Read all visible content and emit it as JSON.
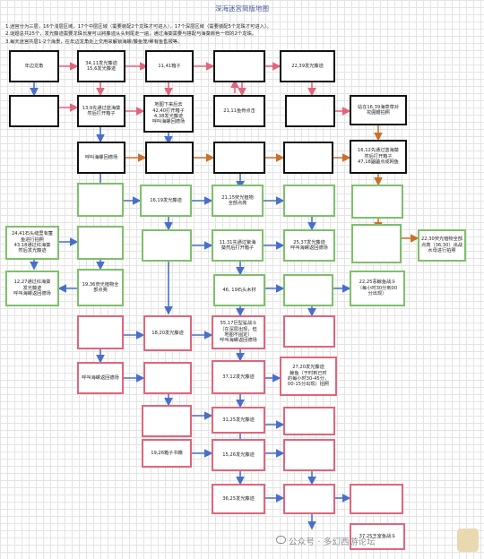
{
  "title": "深海迷宫简版地图",
  "rules": [
    "1.迷宫分为三层，16个浅层区域，17个中层区域（需要装配2个龙珠才可进入），17个深层区域（需要装配5个龙珠才可进入）。",
    "2.谜题总共25个，发光藤迹需要龙珠长度可以將藤迹从头到尾走一遍，通过海葵需要与搭配与海葵颜色一样的2个龙珠。",
    "3.每天迷宫共层1-2个海景，在年边龙角处上交用来解锁海螺/藤鱼笼/稀有鱼售报等。"
  ],
  "nodes": {
    "n1": "年边龙角",
    "n2": "34,11发光藤迹\n15,6发光藤迹",
    "n3": "11,41箱子",
    "n4": "",
    "n5": "22,39发光藤迹",
    "n6": "",
    "n7": "13,9先通过蓝海葵\n然后打开箱子",
    "n8": "地图下来后去\n42,40打开箱子\n4,38发光藤迹\n呼叫海螺回德场",
    "n9": "21,11鱼骨点击",
    "n10": "站在16,39海草草对\n花圃鳢拍照",
    "n11": "呼叫海螺回德场",
    "n12": "",
    "n13": "16,12先通过蓝海葵\n然后打开箱子\n47,18鼬鼬点成网鱼",
    "n14": "",
    "n15": "16,19发光藤迹",
    "n16": "21,15荧光植物\n全部点亮",
    "n17": "",
    "n18": "24,41石头缝里有童\n鱼进行拍照\n43,18通过红海葵\n然后发光藤迹",
    "n19": "",
    "n20": "11,31先通过紫海\n葵然后打开箱子",
    "n21": "25,37发光藤迹\n呼叫海螺返回德场",
    "n22": "",
    "n23": "22,30荧光植物全部\n点亮（36,30）出战\n水母进行拍照",
    "n24": "12,27通过红海葵\n发光藤迹\n呼叫海螺返回德场",
    "n25": "19,36荧光植物全\n部点亮",
    "n26": "",
    "n27": "46, 19石头木材",
    "n28": "22,25恶鲸鱼战斗\n（每小时30分到00\n分出现）",
    "n29": "",
    "n30": "18,20发光藤迹",
    "n31": "55,17巨型鲨战斗\n（在深层出现，但\n地图不固定）\n呼叫海螺返回德场",
    "n32": "呼叫海螺返回德场",
    "n33": "37,12发光藤迹",
    "n34": "27,20发光藤迹\n鲸鱼（于时到已时\n的每小时30-45分，\n00-15分出现）拍照",
    "n35": "31,25发光藤迹",
    "n36": "19,26箱子书籍",
    "n37": "15,26发光藤迹",
    "n38": "",
    "n39": "36,25发光藤迹",
    "n40": "37,25王室鱼战斗"
  },
  "watermark": "公众号 · 多幻西游论坛",
  "colors": {
    "blue_arrow": "#4a6fc8",
    "red_arrow": "#e0667a",
    "orange_arrow": "#c7722c",
    "green_border": "#7ec06a",
    "red_border": "#e0667a"
  }
}
